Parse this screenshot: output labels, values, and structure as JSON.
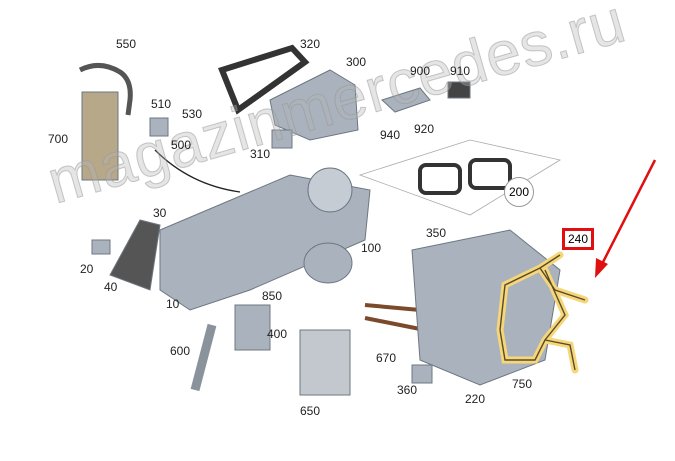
{
  "watermark": "magazinmercedes.ru",
  "highlighted_part": "240",
  "colors": {
    "highlight_box": "#e01010",
    "arrow": "#e01010",
    "harness_glow": "#f5d77a",
    "part_gray": "#aab3bd"
  },
  "labels": {
    "p550": "550",
    "p320": "320",
    "p300": "300",
    "p900": "900",
    "p910": "910",
    "p510": "510",
    "p530": "530",
    "p700": "700",
    "p500": "500",
    "p940": "940",
    "p920": "920",
    "p310": "310",
    "p200": "200",
    "p30": "30",
    "p100": "100",
    "p350": "350",
    "p240": "240",
    "p20": "20",
    "p40": "40",
    "p10": "10",
    "p850": "850",
    "p400": "400",
    "p600": "600",
    "p670": "670",
    "p360": "360",
    "p220": "220",
    "p750": "750",
    "p650": "650"
  }
}
